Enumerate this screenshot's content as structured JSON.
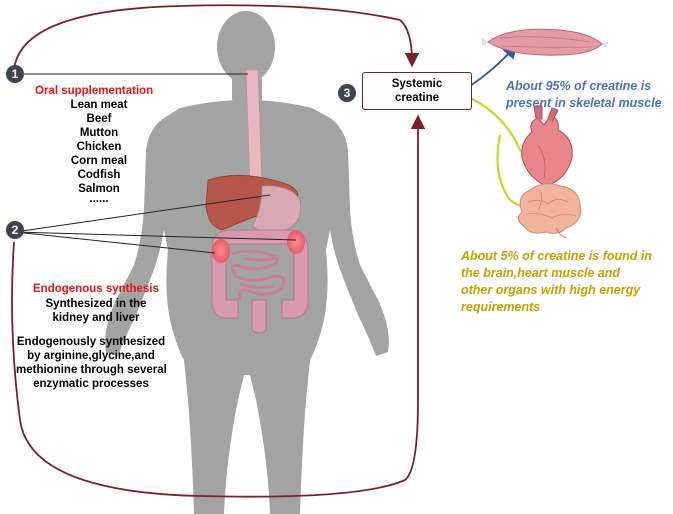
{
  "oral": {
    "number": "1",
    "heading": "Oral supplementation",
    "foods": [
      "Lean meat",
      "Beef",
      "Mutton",
      "Chicken",
      "Corn meal",
      "Codfish",
      "Salmon",
      "......"
    ]
  },
  "endogenous": {
    "number": "2",
    "heading": "Endogenous synthesis",
    "line1": "Synthesized in the",
    "line2": "kidney and liver",
    "desc1": "Endogenously synthesized",
    "desc2": "by arginine,glycine,and",
    "desc3": "methionine through several",
    "desc4": "enzymatic processes"
  },
  "systemic": {
    "number": "3",
    "line1": "Systemic",
    "line2": "creatine"
  },
  "muscle_note": {
    "line1": "About 95% of creatine is",
    "line2": "present in skeletal muscle"
  },
  "organ_note": {
    "line1": "About 5% of creatine is found in",
    "line2": "the brain,heart muscle and",
    "line3": "other organs with high energy",
    "line4": "requirements"
  },
  "colors": {
    "red_heading": "#e8141a",
    "blue_note": "#4a72c2",
    "gold_note": "#c8a000",
    "arrow_dark_red": "#7a1f2b",
    "body_gray": "#a3a3a3"
  }
}
